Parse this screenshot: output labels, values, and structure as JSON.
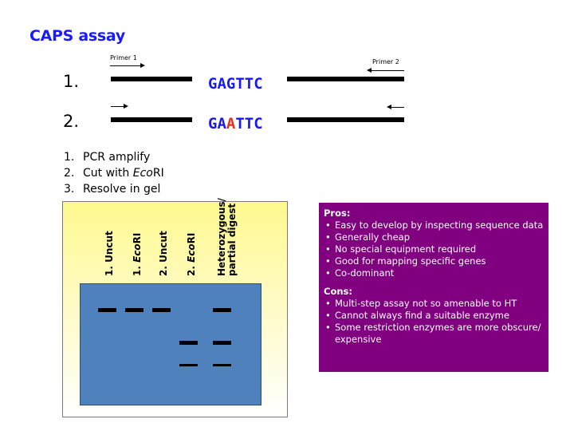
{
  "title": "CAPS assay",
  "diagram": {
    "primer1_label": "Primer 1",
    "primer2_label": "Primer 2",
    "rows": [
      {
        "number": "1.",
        "seq_before": "GAG",
        "seq_mut": "",
        "seq_after": "TTC",
        "sequence": "GAGTTC"
      },
      {
        "number": "2.",
        "seq_before": "GA",
        "seq_mut": "A",
        "seq_after": "TTC",
        "sequence": "GAATTC"
      }
    ],
    "colors": {
      "sequence": "#1a1aee",
      "mutation": "#e8301e"
    }
  },
  "steps": [
    {
      "num": "1.",
      "text_before": "PCR amplify",
      "italic": "",
      "text_after": ""
    },
    {
      "num": "2.",
      "text_before": "Cut with ",
      "italic": "Eco",
      "text_after": "RI"
    },
    {
      "num": "3.",
      "text_before": "Resolve in gel",
      "italic": "",
      "text_after": ""
    }
  ],
  "gel": {
    "lanes": [
      {
        "label_before": "1. Uncut",
        "italic": "",
        "label_after": "",
        "bands": [
          "top"
        ]
      },
      {
        "label_before": "1. ",
        "italic": "Eco",
        "label_after": "RI",
        "bands": [
          "top"
        ]
      },
      {
        "label_before": "2. Uncut",
        "italic": "",
        "label_after": "",
        "bands": [
          "top"
        ]
      },
      {
        "label_before": "2. ",
        "italic": "Eco",
        "label_after": "RI",
        "bands": [
          "middle",
          "bottom"
        ]
      },
      {
        "label_line1": "Heterozygous/",
        "label_line2": "partial digest",
        "bands": [
          "top",
          "middle",
          "bottom"
        ]
      }
    ],
    "colors": {
      "gel": "#4f81bd",
      "frame_top": "#fff98f"
    }
  },
  "pros_cons": {
    "pros_header": "Pros:",
    "pros": [
      "Easy to develop by inspecting sequence data",
      "Generally cheap",
      "No special equipment required",
      "Good for mapping specific genes",
      "Co-dominant"
    ],
    "cons_header": "Cons:",
    "cons": [
      "Multi-step assay not so amenable to HT",
      "Cannot always find a suitable enzyme",
      "Some restriction enzymes are more obscure/ expensive"
    ],
    "background": "#800080"
  }
}
